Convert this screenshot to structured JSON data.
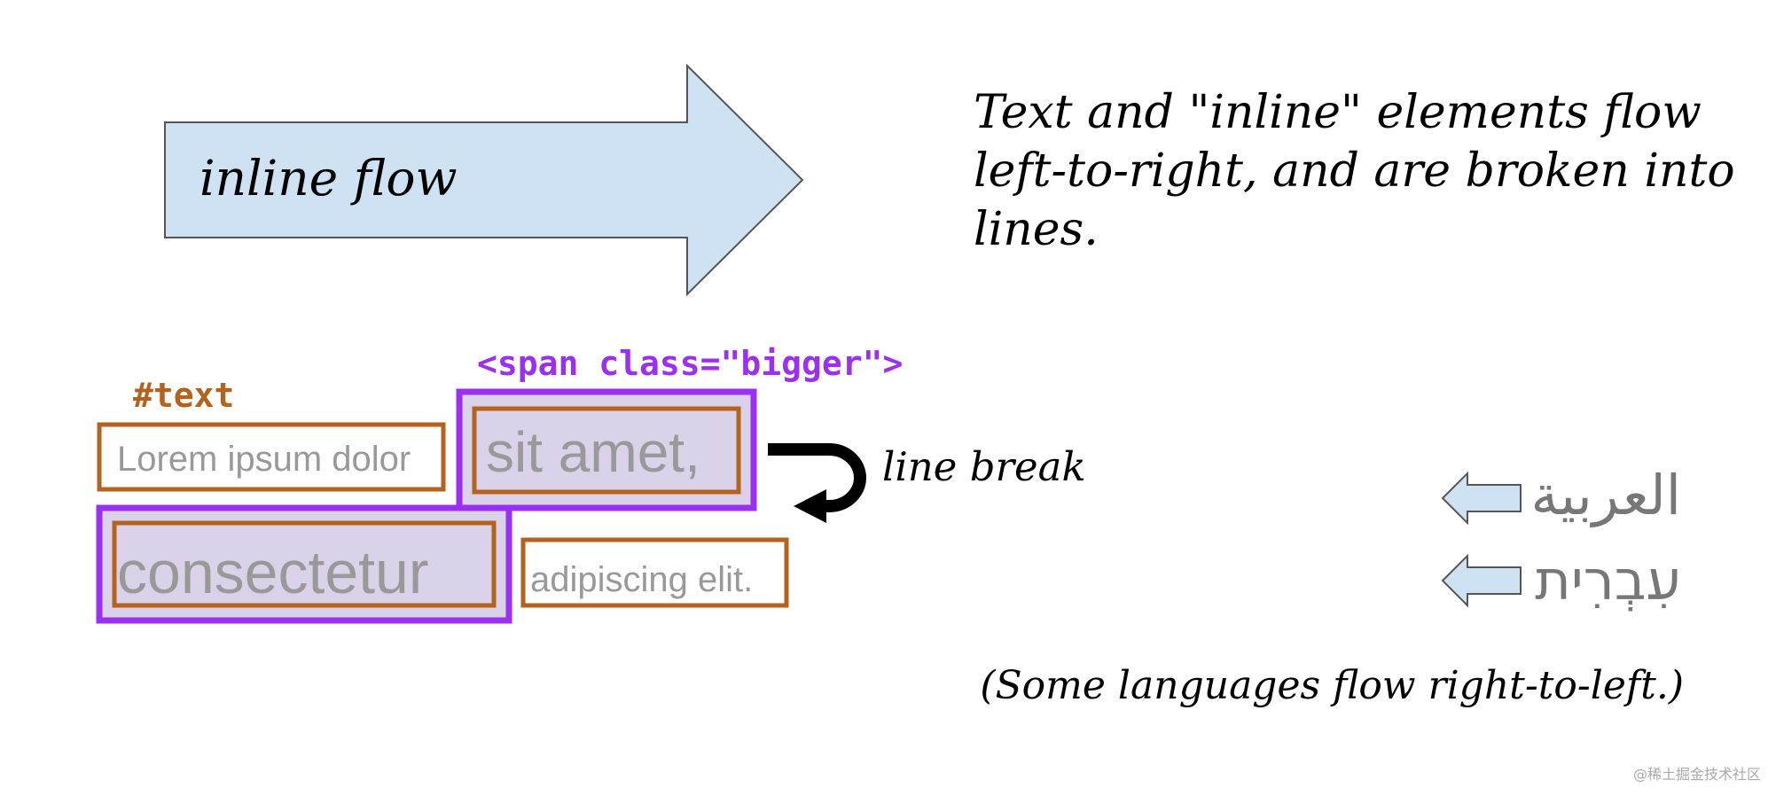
{
  "colors": {
    "arrow_fill": "#cfe2f3",
    "arrow_stroke": "#555555",
    "span_purple": "#9b30f2",
    "span_fill": "#d9d2e9",
    "text_orange": "#b5621f",
    "sample_text": "#999999",
    "rtl_text": "#777777"
  },
  "inline_arrow": {
    "label": "inline flow"
  },
  "description": "Text and \"inline\" elements flow left-to-right, and are broken into lines.",
  "labels": {
    "span": "<span class=\"bigger\">",
    "text_node": "#text"
  },
  "words": {
    "w1": "Lorem ipsum dolor",
    "w2": "sit amet,",
    "w3": "consectetur",
    "w4": "adipiscing elit."
  },
  "line_break": {
    "label": "line break",
    "icon": "return-arrow-icon"
  },
  "rtl": {
    "arabic": "العربية",
    "hebrew": "עִבְרִית",
    "note": "(Some languages flow right-to-left.)"
  },
  "watermark": "@稀土掘金技术社区"
}
